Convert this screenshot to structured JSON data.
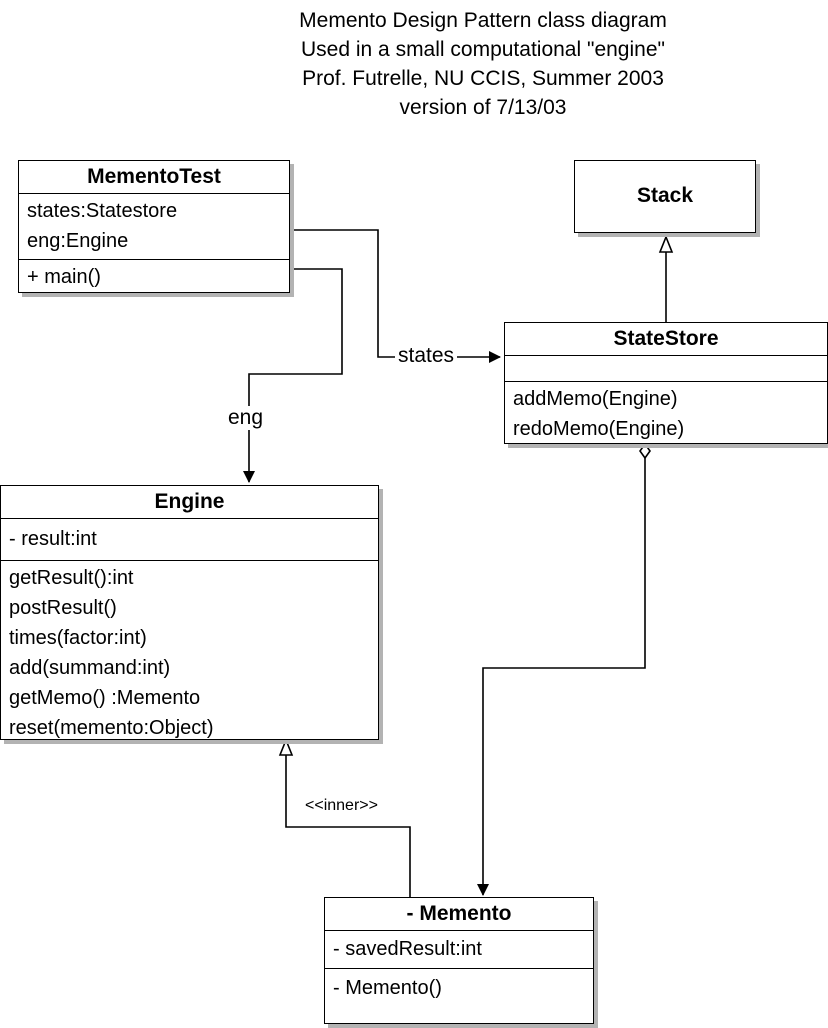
{
  "title_lines": [
    "Memento Design Pattern class diagram",
    "Used in a small computational \"engine\"",
    "Prof. Futrelle, NU CCIS, Summer 2003",
    "version of 7/13/03"
  ],
  "classes": {
    "memento_test": {
      "name": "MementoTest",
      "attributes": [
        "states:Statestore",
        "eng:Engine"
      ],
      "operations": [
        "+ main()"
      ]
    },
    "stack": {
      "name": "Stack"
    },
    "state_store": {
      "name": "StateStore",
      "attributes": [],
      "operations": [
        "addMemo(Engine)",
        "redoMemo(Engine)"
      ]
    },
    "engine": {
      "name": "Engine",
      "attributes": [
        "- result:int"
      ],
      "operations": [
        "getResult():int",
        "postResult()",
        "times(factor:int)",
        "add(summand:int)",
        "getMemo() :Memento",
        "reset(memento:Object)"
      ]
    },
    "memento": {
      "name": "- Memento",
      "attributes": [
        "- savedResult:int"
      ],
      "operations": [
        "- Memento()"
      ]
    }
  },
  "relations": {
    "states_label": "states",
    "eng_label": "eng",
    "inner_label": "<<inner>>"
  }
}
